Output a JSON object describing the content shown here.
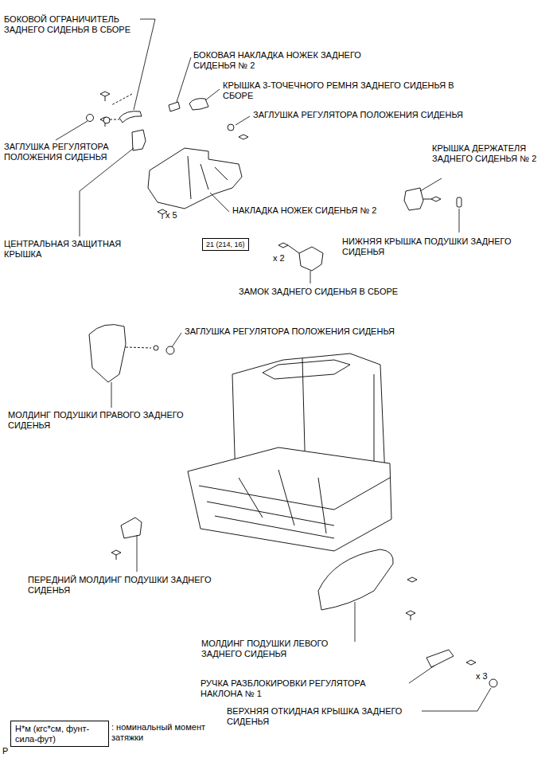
{
  "diagram": {
    "nodes": [
      {
        "text": [
          "21 (214, 16)"
        ]
      },
      {
        "text": [
          "Н*м (кгс*см, фунт-сила-фут)",
          ": номинальный момент затяжки"
        ]
      }
    ],
    "labels": [
      "БОКОВОЙ ОГРАНИЧИТЕЛЬ ЗАДНЕГО СИДЕНЬЯ В СБОРЕ",
      "БОКОВАЯ НАКЛАДКА НОЖЕК ЗАДНЕГО СИДЕНЬЯ № 2",
      "КРЫШКА 3-ТОЧЕЧНОГО РЕМНЯ ЗАДНЕГО СИДЕНЬЯ В СБОРЕ",
      "ЗАГЛУШКА РЕГУЛЯТОРА ПОЛОЖЕНИЯ СИДЕНЬЯ",
      "ЗАГЛУШКА РЕГУЛЯТОРА ПОЛОЖЕНИЯ СИДЕНЬЯ",
      "КРЫШКА ДЕРЖАТЕЛЯ ЗАДНЕГО СИДЕНЬЯ № 2",
      "x 5",
      "НАКЛАДКА НОЖЕК СИДЕНЬЯ № 2",
      "ЦЕНТРАЛЬНАЯ ЗАЩИТНАЯ КРЫШКА",
      "x 2",
      "НИЖНЯЯ КРЫШКА ПОДУШКИ ЗАДНЕГО СИДЕНЬЯ",
      "ЗАМОК ЗАДНЕГО СИДЕНЬЯ В СБОРЕ",
      "ЗАГЛУШКА РЕГУЛЯТОРА ПОЛОЖЕНИЯ СИДЕНЬЯ",
      "МОЛДИНГ ПОДУШКИ ПРАВОГО ЗАДНЕГО СИДЕНЬЯ",
      "ПЕРЕДНИЙ МОЛДИНГ ПОДУШКИ ЗАДНЕГО СИДЕНЬЯ",
      "МОЛДИНГ ПОДУШКИ ЛЕВОГО ЗАДНЕГО СИДЕНЬЯ",
      "РУЧКА РАЗБЛОКИРОВКИ РЕГУЛЯТОРА НАКЛОНА № 1",
      "x 3",
      "ВЕРХНЯЯ ОТКИДНАЯ КРЫШКА ЗАДНЕГО СИДЕНЬЯ",
      "P"
    ]
  }
}
